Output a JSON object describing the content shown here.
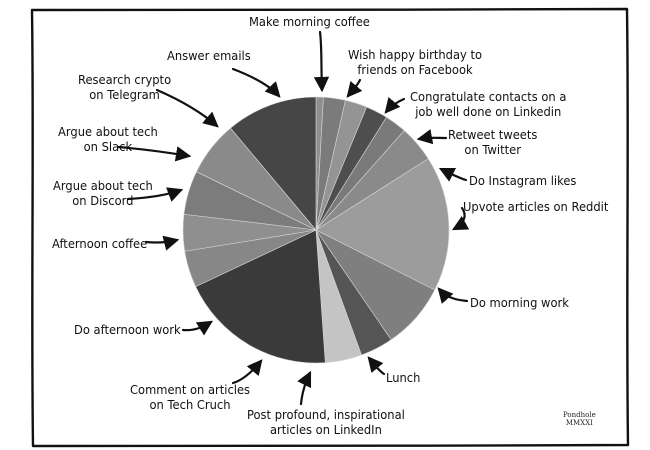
{
  "cartoon": {
    "signature": [
      "Pondhole",
      "MMXXI"
    ]
  },
  "chart_data": {
    "type": "pie",
    "slices": [
      {
        "label": "Make morning coffee",
        "value": 2,
        "color": "#8f8f8f"
      },
      {
        "label": "Wish happy birthday to friends on Facebook",
        "value": 6,
        "color": "#7b7b7b"
      },
      {
        "label": "Congratulate contacts on a job well done on Linkedin",
        "value": 6,
        "color": "#949494"
      },
      {
        "label": "Retweet tweets on Twitter",
        "value": 6,
        "color": "#4e4e4e"
      },
      {
        "label": "Do Instagram likes",
        "value": 6,
        "color": "#7a7a7a"
      },
      {
        "label": "Upvote articles on Reddit",
        "value": 10,
        "color": "#8a8a8a"
      },
      {
        "label": "Do morning work",
        "value": 37,
        "color": "#9c9c9c"
      },
      {
        "label": "Lunch",
        "value": 18,
        "color": "#7f7f7f"
      },
      {
        "label": "Post profound, inspirational articles on LinkedIn",
        "value": 9,
        "color": "#555555"
      },
      {
        "label": "Comment on articles on Tech Cruch",
        "value": 10,
        "color": "#c4c4c4"
      },
      {
        "label": "Do afternoon work",
        "value": 43,
        "color": "#3a3a3a"
      },
      {
        "label": "Afternoon coffee",
        "value": 10,
        "color": "#878787"
      },
      {
        "label": "Argue about tech on Discord",
        "value": 10,
        "color": "#8f8f8f"
      },
      {
        "label": "Argue about tech on Slack",
        "value": 12,
        "color": "#7c7c7c"
      },
      {
        "label": "Research crypto on Telegram",
        "value": 15,
        "color": "#8a8a8a"
      },
      {
        "label": "Answer emails",
        "value": 25,
        "color": "#464646"
      }
    ],
    "labels": [
      {
        "id": "coffee",
        "lines": [
          "Make morning coffee"
        ]
      },
      {
        "id": "facebook",
        "lines": [
          "Wish happy birthday to",
          "friends on Facebook"
        ]
      },
      {
        "id": "linkedin1",
        "lines": [
          "Congratulate contacts on a",
          "job well done on Linkedin"
        ]
      },
      {
        "id": "twitter",
        "lines": [
          "Retweet tweets",
          "on Twitter"
        ]
      },
      {
        "id": "instagram",
        "lines": [
          "Do Instagram likes"
        ]
      },
      {
        "id": "reddit",
        "lines": [
          "Upvote articles on Reddit"
        ]
      },
      {
        "id": "morning",
        "lines": [
          "Do morning work"
        ]
      },
      {
        "id": "lunch",
        "lines": [
          "Lunch"
        ]
      },
      {
        "id": "linkedin2",
        "lines": [
          "Post profound, inspirational",
          "articles on LinkedIn"
        ]
      },
      {
        "id": "techcrunch",
        "lines": [
          "Comment on articles",
          "on Tech Cruch"
        ]
      },
      {
        "id": "afternoon",
        "lines": [
          "Do afternoon work"
        ]
      },
      {
        "id": "acoffee",
        "lines": [
          "Afternoon coffee"
        ]
      },
      {
        "id": "discord",
        "lines": [
          "Argue about tech",
          "on Discord"
        ]
      },
      {
        "id": "slack",
        "lines": [
          "Argue about tech",
          "on Slack"
        ]
      },
      {
        "id": "crypto",
        "lines": [
          "Research crypto",
          "on Telegram"
        ]
      },
      {
        "id": "emails",
        "lines": [
          "Answer emails"
        ]
      }
    ]
  }
}
